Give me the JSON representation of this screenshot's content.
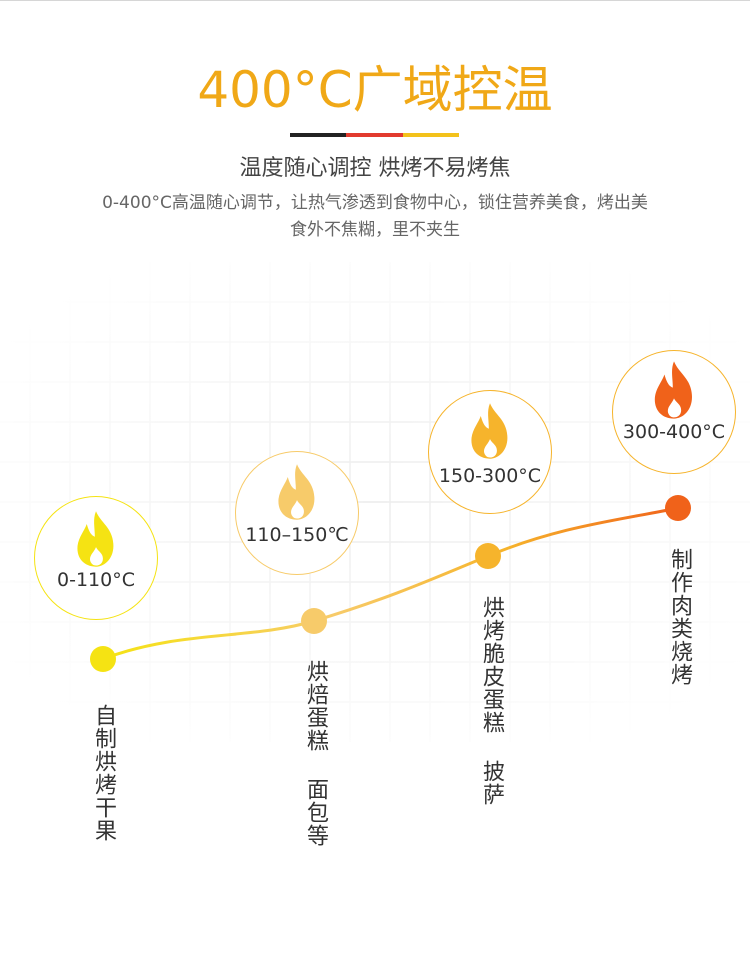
{
  "header": {
    "title": "400°C广域控温",
    "subtitle": "温度随心调控 烘烤不易烤焦",
    "description": "0-400°C高温随心调节，让热气渗透到食物中心，锁住营养美食，烤出美食外不焦糊，里不夹生",
    "divider_colors": [
      "#222222",
      "#e23a2e",
      "#f3c21b"
    ]
  },
  "stages": [
    {
      "temp": "0-110°C",
      "use": "自制烘烤干果",
      "color": "#f5e313",
      "flame_icon": "flame-icon"
    },
    {
      "temp": "110–150℃",
      "use": "烘焙蛋糕 面包等",
      "color": "#f7cb6a",
      "flame_icon": "flame-icon"
    },
    {
      "temp": "150-300°C",
      "use": "烘烤脆皮蛋糕 披萨",
      "color": "#f6b42c",
      "flame_icon": "flame-icon"
    },
    {
      "temp": "300-400°C",
      "use": "制作肉类烧烤",
      "color": "#f0621a",
      "flame_icon": "flame-icon"
    }
  ]
}
